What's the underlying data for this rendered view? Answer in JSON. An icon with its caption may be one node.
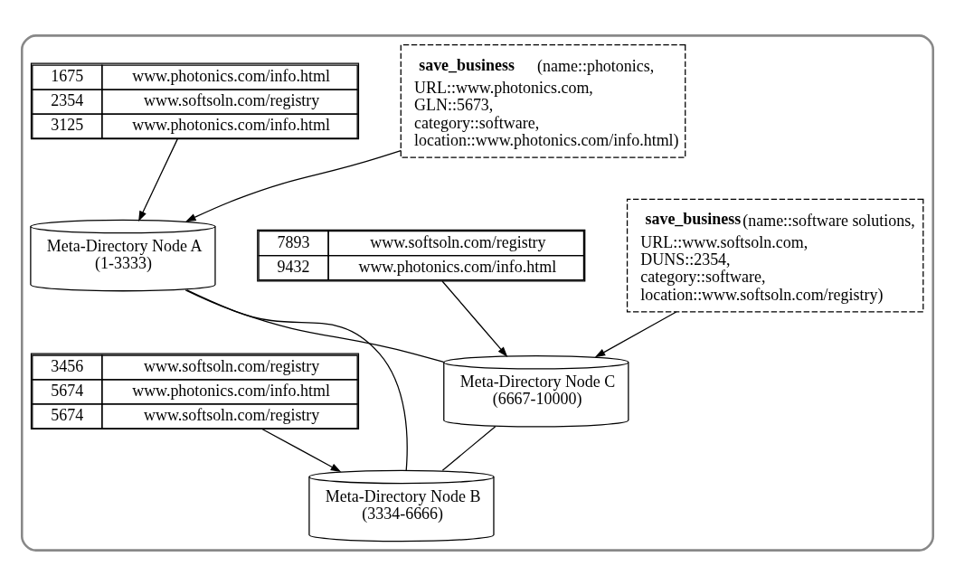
{
  "diagram": {
    "nodes": [
      {
        "text": [],
        "shape": "box"
      },
      {
        "text": [
          "**save_business**(name::photonics, URL::www.photonics.com, GLN::5673, category::software, location::www.photonics.com/info.html)"
        ],
        "in": 0
      },
      {
        "text": [
          "Meta-Directory Node A (1-3333)"
        ],
        "in": 0
      },
      {
        "text": [
          "**save_business**(name::software solutions, URL::www.softsoln.com, DUNS::2354, category::software, location::www.softsoln.com/registry)"
        ],
        "in": 0
      },
      {
        "text": [
          "Meta-Directory Node C (6667-10000)"
        ],
        "in": 0
      },
      {
        "text": [
          "Meta-Directory Node B (3334-6666)"
        ],
        "in": 0
      },
      {
        "text": [
          "1675",
          "www.photonics.com/info.html",
          "2354",
          "www.softsoln.com/registry",
          "3125",
          "www.photonics.com/info.html"
        ],
        "in": 0
      },
      {
        "text": [
          "7893",
          "www.softsoln.com/registry",
          "9432",
          "www.photonics.com/info.html"
        ],
        "in": 0
      },
      {
        "text": [
          "3456",
          "www.softsoln.com/registry",
          "5674",
          "www.photonics.com/info.html",
          "5674",
          "www.softsoln.com/registry"
        ],
        "in": 0
      }
    ],
    "edges": [
      {
        "from": 1,
        "to": 2,
        "arrow": "to"
      },
      {
        "from": 2,
        "to": 4,
        "arrow": "none"
      },
      {
        "from": 4,
        "to": 5,
        "arrow": "none"
      },
      {
        "from": 5,
        "to": 2,
        "arrow": "none"
      },
      {
        "from": 6,
        "to": 2,
        "arrow": "to"
      },
      {
        "from": 3,
        "to": 4,
        "arrow": "to"
      },
      {
        "from": 7,
        "to": 4,
        "arrow": "to"
      },
      {
        "from": 8,
        "to": 5,
        "arrow": "to"
      }
    ]
  }
}
